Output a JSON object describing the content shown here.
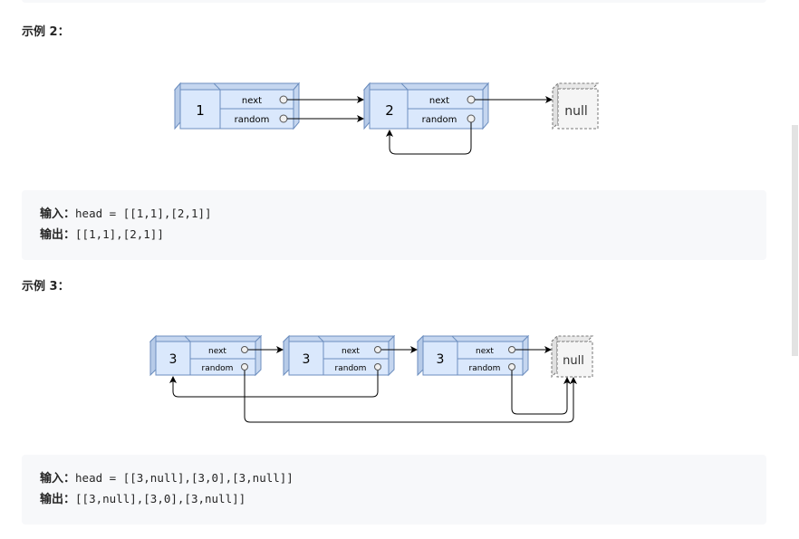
{
  "examples": [
    {
      "heading": "示例 2：",
      "nodes": [
        {
          "val": "1",
          "next_label": "next",
          "random_label": "random"
        },
        {
          "val": "2",
          "next_label": "next",
          "random_label": "random"
        }
      ],
      "null_label": "null",
      "input_label": "输入：",
      "input_value": "head = [[1,1],[2,1]]",
      "output_label": "输出：",
      "output_value": "[[1,1],[2,1]]"
    },
    {
      "heading": "示例 3：",
      "nodes": [
        {
          "val": "3",
          "next_label": "next",
          "random_label": "random"
        },
        {
          "val": "3",
          "next_label": "next",
          "random_label": "random"
        },
        {
          "val": "3",
          "next_label": "next",
          "random_label": "random"
        }
      ],
      "null_label": "null",
      "input_label": "输入：",
      "input_value": "head = [[3,null],[3,0],[3,null]]",
      "output_label": "输出：",
      "output_value": "[[3,null],[3,0],[3,null]]"
    }
  ],
  "colors": {
    "node_fill": "#dae8fc",
    "node_stroke": "#6c8ebf",
    "null_fill": "#f5f5f5",
    "null_stroke": "#666666",
    "code_bg": "#f7f8fa"
  }
}
